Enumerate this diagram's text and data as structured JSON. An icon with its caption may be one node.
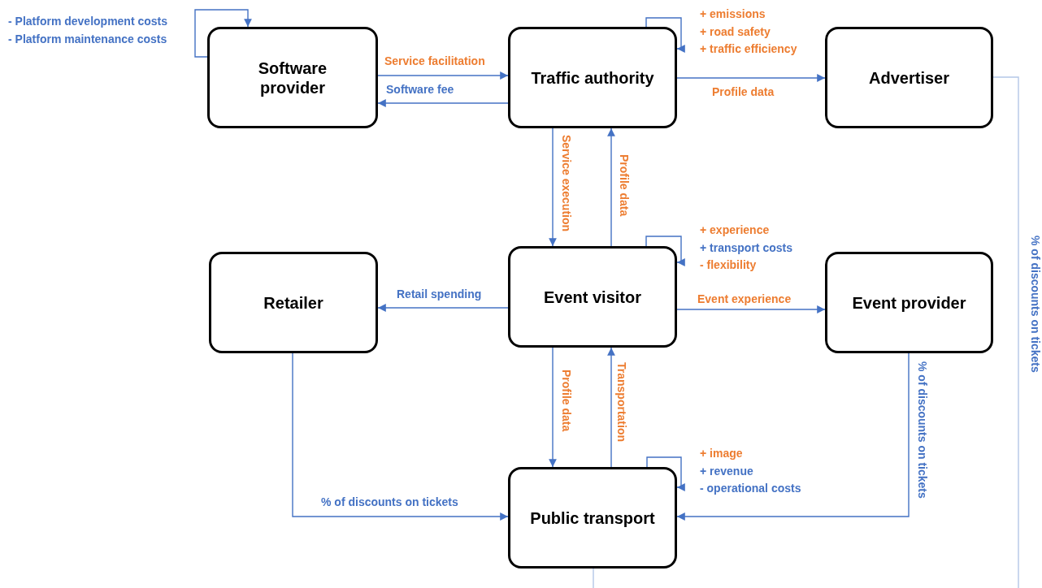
{
  "diagram": {
    "nodes": [
      {
        "text": [
          "Software provider"
        ],
        "beside": [
          "- Platform development costs",
          "- Platform maintenance costs"
        ]
      },
      {
        "text": [
          "Traffic authority"
        ],
        "beside": [
          "+ emissions",
          "+ road safety",
          "+ traffic efficiency"
        ]
      },
      {
        "text": [
          "Advertiser"
        ]
      },
      {
        "text": [
          "Retailer"
        ]
      },
      {
        "text": [
          "Event visitor"
        ],
        "beside": [
          "+ experience",
          "+ transport costs",
          "- flexibility"
        ]
      },
      {
        "text": [
          "Event provider"
        ]
      },
      {
        "text": [
          "Public transport"
        ],
        "beside": [
          "+ image",
          "+ revenue",
          "- operational costs"
        ]
      }
    ],
    "edges": [
      {
        "from": 0,
        "to": 0,
        "arrow": "to"
      },
      {
        "from": 0,
        "to": 1,
        "arrow": "to",
        "label": "Service facilitation"
      },
      {
        "from": 1,
        "to": 0,
        "arrow": "to",
        "label": "Software fee"
      },
      {
        "from": 1,
        "to": 1,
        "arrow": "to"
      },
      {
        "from": 1,
        "to": 2,
        "arrow": "to",
        "label": "Profile data"
      },
      {
        "from": 1,
        "to": 4,
        "arrow": "to",
        "label": "Service execution"
      },
      {
        "from": 4,
        "to": 1,
        "arrow": "to",
        "label": "Profile data"
      },
      {
        "from": 4,
        "to": 4,
        "arrow": "to"
      },
      {
        "from": 4,
        "to": 3,
        "arrow": "to",
        "label": "Retail spending"
      },
      {
        "from": 4,
        "to": 5,
        "arrow": "to",
        "label": "Event experience"
      },
      {
        "from": 4,
        "to": 6,
        "arrow": "to",
        "label": "Profile data"
      },
      {
        "from": 6,
        "to": 4,
        "arrow": "to",
        "label": "Transportation"
      },
      {
        "from": 6,
        "to": 6,
        "arrow": "to"
      },
      {
        "from": 3,
        "to": 6,
        "arrow": "to",
        "label": "% of discounts on tickets"
      },
      {
        "from": 5,
        "to": 6,
        "arrow": "to",
        "label": "% of discounts on tickets"
      },
      {
        "from": 2,
        "to": 6,
        "arrow": "none",
        "label": "% of discounts on tickets",
        "color": "#b4c7e7"
      }
    ]
  }
}
